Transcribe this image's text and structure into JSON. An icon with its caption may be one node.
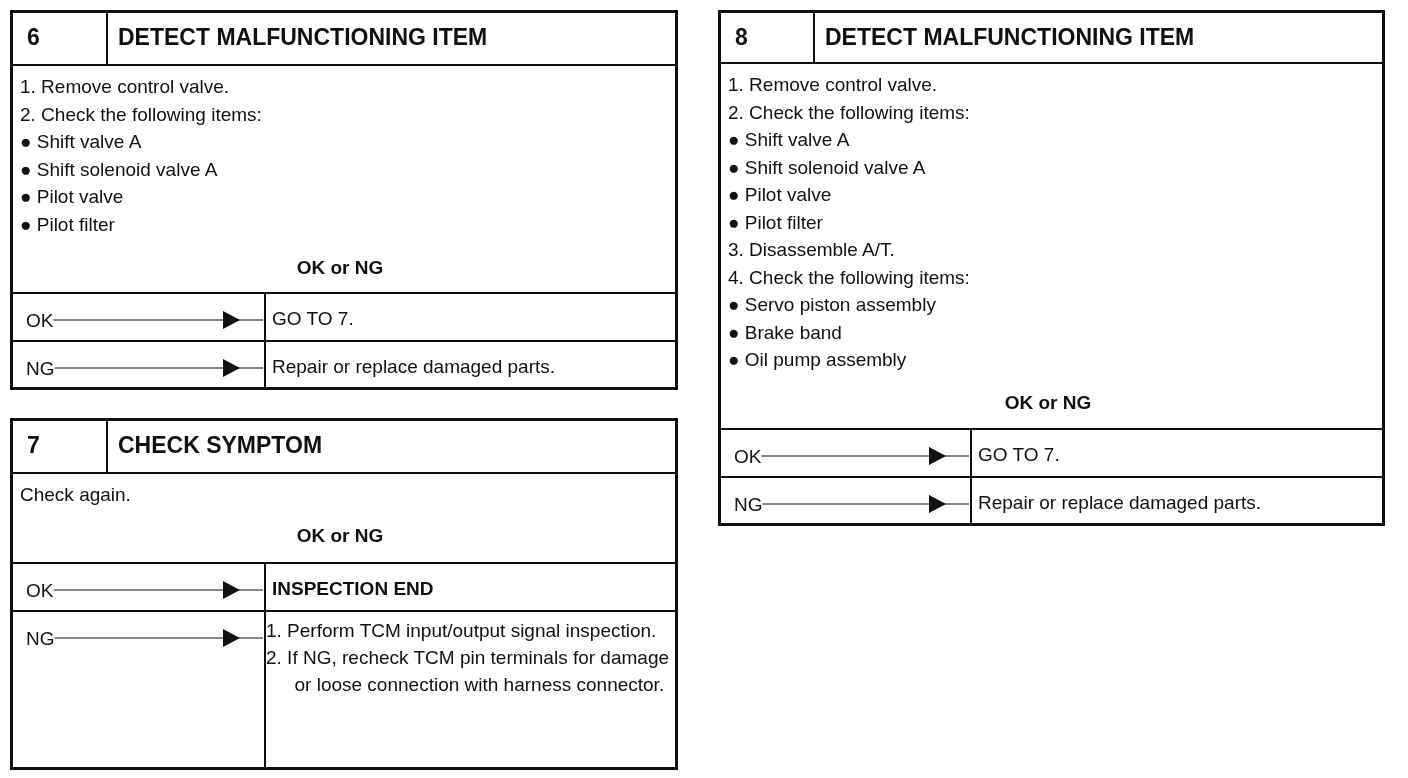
{
  "diagram": {
    "nodes": [
      {
        "text": [
          "6",
          "DETECT MALFUNCTIONING ITEM"
        ]
      },
      {
        "text": [
          "1. Remove control valve.",
          "2. Check the following items:",
          "● Shift valve A",
          "● Shift solenoid valve A",
          "● Pilot valve",
          "● Pilot filter"
        ],
        "in": 0
      },
      {
        "text": [
          "OK or NG"
        ],
        "in": 0
      },
      {
        "text": [
          "OK"
        ],
        "in": 0
      },
      {
        "text": [
          "GO TO 7."
        ],
        "in": 0
      },
      {
        "text": [
          "NG"
        ],
        "in": 0
      },
      {
        "text": [
          "Repair or replace damaged parts."
        ],
        "in": 0
      },
      {
        "text": [
          "7",
          "CHECK SYMPTOM"
        ]
      },
      {
        "text": [
          "Check again."
        ],
        "in": 7
      },
      {
        "text": [
          "OK or NG"
        ],
        "in": 7
      },
      {
        "text": [
          "OK"
        ],
        "in": 7
      },
      {
        "text": [
          "INSPECTION END"
        ],
        "in": 7
      },
      {
        "text": [
          "NG"
        ],
        "in": 7
      },
      {
        "text": [
          "1. Perform TCM input/output signal inspection.",
          "2. If NG, recheck TCM pin terminals for damage or loose connection with harness connector."
        ],
        "in": 7
      },
      {
        "text": [
          "8",
          "DETECT MALFUNCTIONING ITEM"
        ]
      },
      {
        "text": [
          "1. Remove control valve.",
          "2. Check the following items:",
          "● Shift valve A",
          "● Shift solenoid valve A",
          "● Pilot valve",
          "● Pilot filter",
          "3. Disassemble A/T.",
          "4. Check the following items:",
          "● Servo piston assembly",
          "● Brake band",
          "● Oil pump assembly"
        ],
        "in": 14
      },
      {
        "text": [
          "OK or NG"
        ],
        "in": 14
      },
      {
        "text": [
          "OK"
        ],
        "in": 14
      },
      {
        "text": [
          "GO TO 7."
        ],
        "in": 14
      },
      {
        "text": [
          "NG"
        ],
        "in": 14
      },
      {
        "text": [
          "Repair or replace damaged parts."
        ],
        "in": 14
      }
    ],
    "edges": [
      {
        "from": 3,
        "to": 4,
        "arrow": "to"
      },
      {
        "from": 5,
        "to": 6,
        "arrow": "to"
      },
      {
        "from": 10,
        "to": 11,
        "arrow": "to"
      },
      {
        "from": 12,
        "to": 13,
        "arrow": "to"
      },
      {
        "from": 17,
        "to": 18,
        "arrow": "to"
      },
      {
        "from": 19,
        "to": 20,
        "arrow": "to"
      }
    ]
  }
}
